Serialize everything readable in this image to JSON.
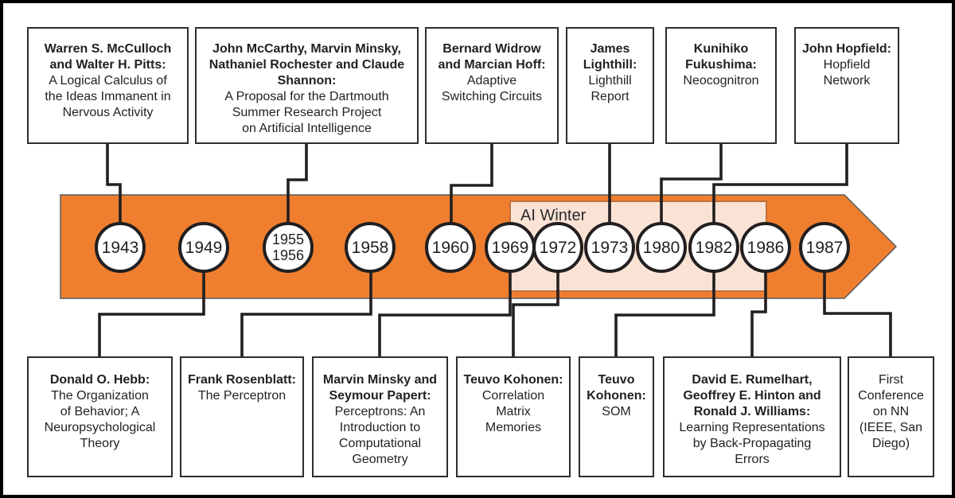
{
  "colors": {
    "arrow_orange": "#EF7F2E",
    "ai_winter_fill": "#FAE3D5",
    "ai_winter_border": "#C0703C",
    "line_black": "#231F20"
  },
  "timeline": {
    "ai_winter": {
      "label": "AI Winter"
    },
    "years": [
      {
        "label": "1943"
      },
      {
        "label": "1949"
      },
      {
        "label": "1955\n1956"
      },
      {
        "label": "1958"
      },
      {
        "label": "1960"
      },
      {
        "label": "1969"
      },
      {
        "label": "1972"
      },
      {
        "label": "1973"
      },
      {
        "label": "1980"
      },
      {
        "label": "1982"
      },
      {
        "label": "1986"
      },
      {
        "label": "1987"
      }
    ]
  },
  "top_boxes": [
    {
      "name": "Warren S. McCulloch\nand Walter H. Pitts:",
      "title": "A Logical Calculus of\nthe Ideas Immanent in\nNervous Activity"
    },
    {
      "name": "John McCarthy, Marvin Minsky,\nNathaniel Rochester and Claude\nShannon:",
      "title": "A Proposal for the Dartmouth\nSummer Research Project\non Artificial Intelligence"
    },
    {
      "name": "Bernard Widrow\nand Marcian Hoff:",
      "title": "Adaptive\nSwitching Circuits"
    },
    {
      "name": "James\nLighthill:",
      "title": "Lighthill\nReport"
    },
    {
      "name": "Kunihiko\nFukushima:",
      "title": "Neocognitron"
    },
    {
      "name": "John Hopfield:",
      "title": "Hopfield\nNetwork"
    }
  ],
  "bottom_boxes": [
    {
      "name": "Donald O. Hebb:",
      "title": "The Organization\nof Behavior; A\nNeuropsychological\nTheory"
    },
    {
      "name": "Frank Rosenblatt:",
      "title": "The Perceptron"
    },
    {
      "name": "Marvin Minsky and\nSeymour Papert:",
      "title": "Perceptrons: An\nIntroduction to\nComputational\nGeometry"
    },
    {
      "name": "Teuvo Kohonen:",
      "title": "Correlation\nMatrix\nMemories"
    },
    {
      "name": "Teuvo\nKohonen:",
      "title": "SOM"
    },
    {
      "name": "David E. Rumelhart,\nGeoffrey E. Hinton and\nRonald J. Williams:",
      "title": "Learning Representations\nby Back-Propagating\nErrors"
    },
    {
      "name": "",
      "title": "First\nConference\non NN\n(IEEE, San\nDiego)"
    }
  ]
}
